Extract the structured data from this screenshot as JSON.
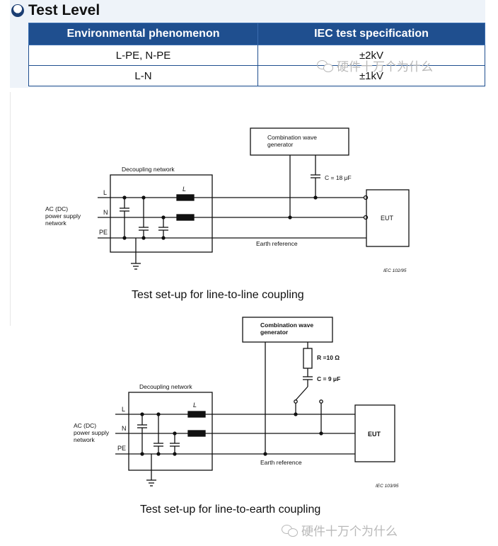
{
  "level": {
    "title": "Test Level",
    "headers": [
      "Environmental phenomenon",
      "IEC test specification"
    ],
    "rows": [
      [
        "L-PE, N-PE",
        "±2kV"
      ],
      [
        "L-N",
        "±1kV"
      ]
    ]
  },
  "watermark": {
    "text": "硬件十万个为什么"
  },
  "diagram1": {
    "generator": [
      "Combination wave",
      "generator"
    ],
    "decoupling": "Decoupling network",
    "line_l": "L",
    "line_n": "N",
    "line_pe": "PE",
    "inductor": "L",
    "capacitor": "C = 18 μF",
    "source": [
      "AC (DC)",
      "power supply",
      "network"
    ],
    "eut": "EUT",
    "earth": "Earth reference",
    "ref": "IEC 102/95",
    "caption": "Test set-up for line-to-line coupling"
  },
  "diagram2": {
    "generator": [
      "Combination wave",
      "generator"
    ],
    "decoupling": "Decoupling network",
    "line_l": "L",
    "line_n": "N",
    "line_pe": "PE",
    "inductor": "L",
    "resistor": "R =10 Ω",
    "capacitor": "C = 9 μF",
    "source": [
      "AC (DC)",
      "power supply",
      "network"
    ],
    "eut": "EUT",
    "earth": "Earth reference",
    "ref": "IEC 103/95",
    "caption": "Test set-up for line-to-earth coupling"
  }
}
